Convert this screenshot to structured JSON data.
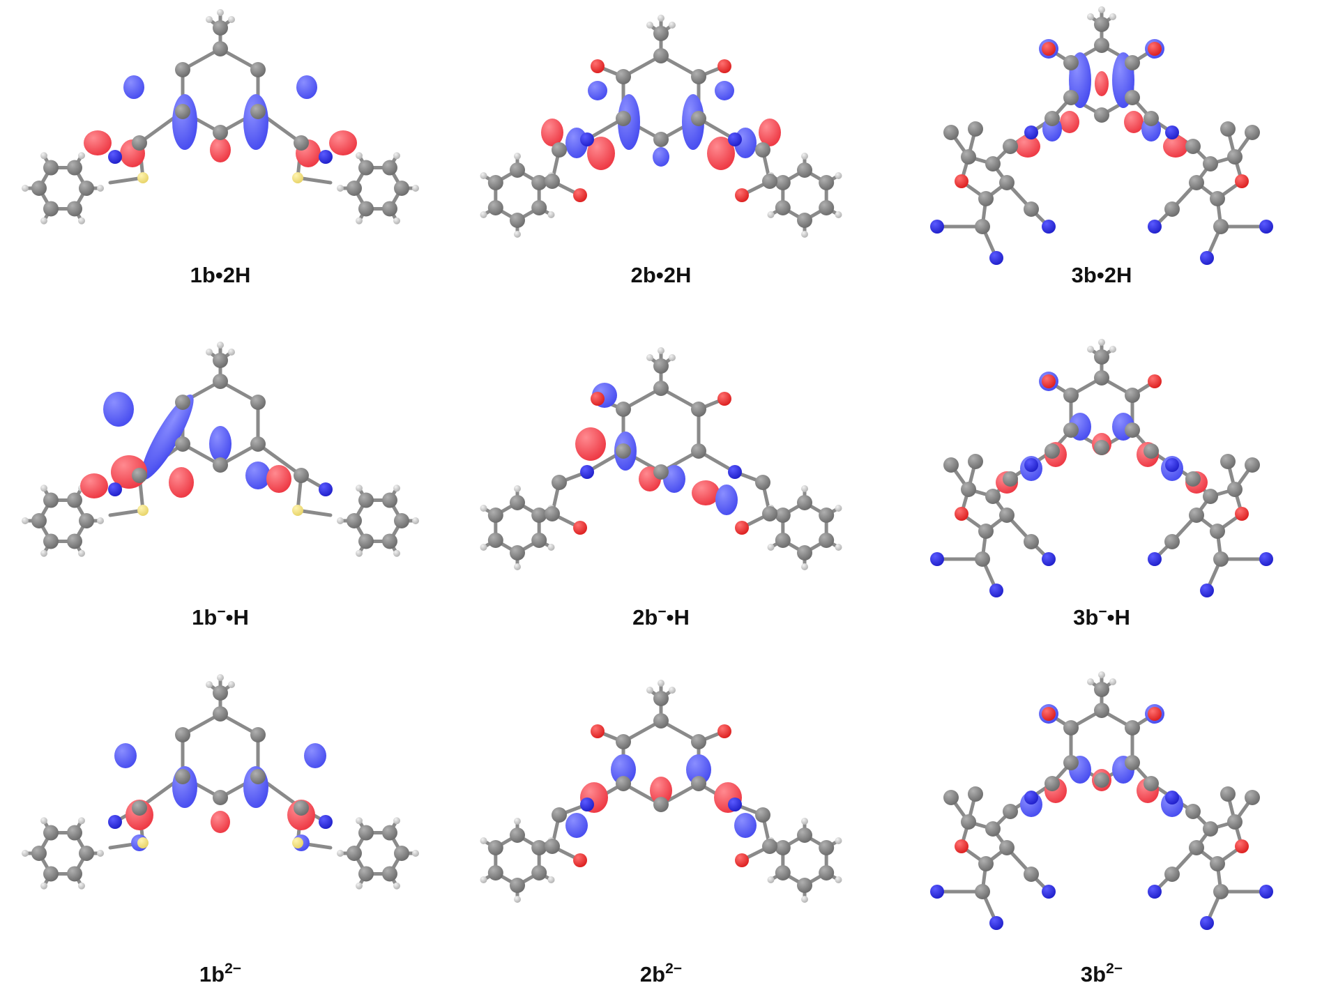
{
  "figure": {
    "panels": [
      {
        "id": "p1",
        "label": {
          "main": "1b",
          "sup": "",
          "tail": "•2H"
        }
      },
      {
        "id": "p2",
        "label": {
          "main": "2b",
          "sup": "",
          "tail": "•2H"
        }
      },
      {
        "id": "p3",
        "label": {
          "main": "3b",
          "sup": "",
          "tail": "•2H"
        }
      },
      {
        "id": "p4",
        "label": {
          "main": "1b",
          "sup": "−",
          "tail": "•H"
        }
      },
      {
        "id": "p5",
        "label": {
          "main": "2b",
          "sup": "−",
          "tail": "•H"
        }
      },
      {
        "id": "p6",
        "label": {
          "main": "3b",
          "sup": "−",
          "tail": "•H"
        }
      },
      {
        "id": "p7",
        "label": {
          "main": "1b",
          "sup": "2−",
          "tail": ""
        }
      },
      {
        "id": "p8",
        "label": {
          "main": "2b",
          "sup": "2−",
          "tail": ""
        }
      },
      {
        "id": "p9",
        "label": {
          "main": "3b",
          "sup": "2−",
          "tail": ""
        }
      }
    ]
  },
  "colors": {
    "lobe_positive": "#4a4ff0",
    "lobe_negative": "#ee3b46",
    "carbon": "#6e6e6e",
    "hydrogen": "#b4b4b4",
    "sulfur": "#e8d46a",
    "nitrogen": "#2222cc",
    "oxygen": "#dd2222"
  }
}
